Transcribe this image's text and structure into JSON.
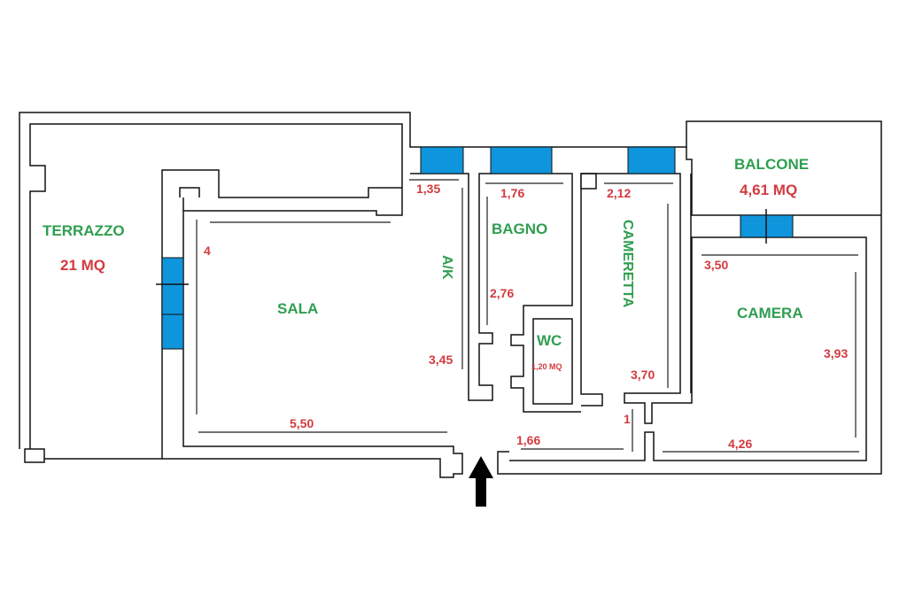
{
  "rooms": {
    "terrazzo": {
      "name": "TERRAZZO",
      "area": "21 MQ"
    },
    "sala": {
      "name": "SALA",
      "height": "4",
      "width": "5,50"
    },
    "ak": {
      "name": "A/K",
      "width": "1,35",
      "height": "3,45"
    },
    "bagno": {
      "name": "BAGNO",
      "width": "1,76",
      "height": "2,76"
    },
    "wc": {
      "name": "WC",
      "area": "1,20 MQ"
    },
    "cameretta": {
      "name": "CAMERETTA",
      "width": "2,12",
      "height": "3,70"
    },
    "corridoio": {
      "width": "1,66",
      "height": "1"
    },
    "balcone": {
      "name": "BALCONE",
      "area": "4,61 MQ"
    },
    "camera": {
      "name": "CAMERA",
      "width": "3,50",
      "height": "3,93",
      "bottom": "4,26"
    }
  },
  "colors": {
    "room_label": "#2f9e50",
    "measure": "#d33a3f",
    "window": "#0f95dc"
  }
}
